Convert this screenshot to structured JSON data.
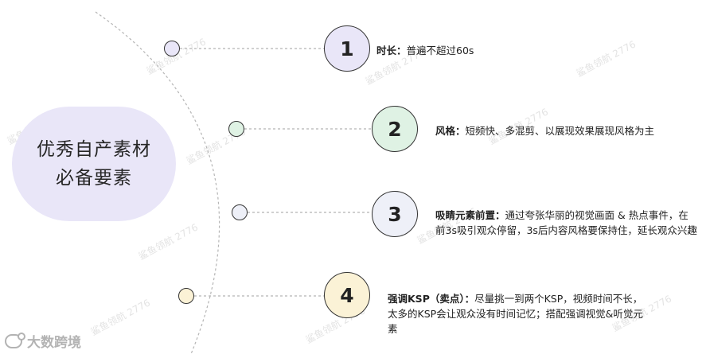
{
  "center": {
    "line1": "优秀自产素材",
    "line2": "必备要素",
    "color": "#e9e6f8"
  },
  "items": [
    {
      "number": "1",
      "title": "时长：",
      "text": "普遍不超过60s",
      "node_color": "#e9e6f8",
      "badge_color": "#e9e6f8"
    },
    {
      "number": "2",
      "title": "风格：",
      "text": "短频快、多混剪、以展现效果展现风格为主",
      "node_color": "#dff2e4",
      "badge_color": "#dff2e4"
    },
    {
      "number": "3",
      "title": "吸睛元素前置：",
      "text": "通过夸张华丽的视觉画面 & 热点事件，在前3s吸引观众停留，3s后内容风格要保持住，延长观众兴趣",
      "node_color": "#eef0f8",
      "badge_color": "#eef0f8"
    },
    {
      "number": "4",
      "title": "强调KSP（卖点）：",
      "text": "尽量挑一到两个KSP，视频时间不长，太多的KSP会让观众没有时间记忆；搭配强调视觉&听觉元素",
      "node_color": "#fbf2d6",
      "badge_color": "#fbf2d6"
    }
  ],
  "watermark": "鲨鱼领航 2776",
  "logo": {
    "text": "大数跨境"
  },
  "colors": {
    "stroke": "#333333",
    "dashed": "#b5b5b5"
  }
}
